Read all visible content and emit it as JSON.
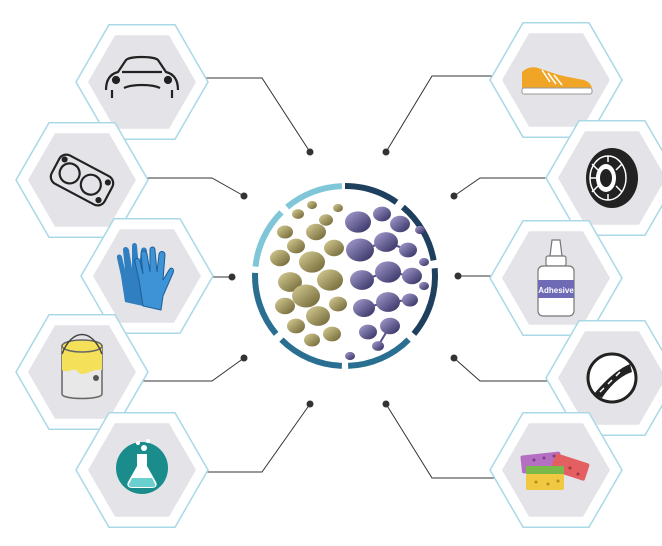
{
  "center": {
    "icon": "molecular-sphere-icon",
    "ring_colors": [
      "#7fc6d8",
      "#1f3f5e",
      "#2a6f91"
    ],
    "sphere_colors": {
      "left": "#b5a562",
      "right": "#5a4f8a"
    }
  },
  "left_items": [
    {
      "name": "automotive-item",
      "icon": "car-icon"
    },
    {
      "name": "gasket-item",
      "icon": "gasket-icon"
    },
    {
      "name": "gloves-item",
      "icon": "gloves-icon"
    },
    {
      "name": "paint-item",
      "icon": "paint-can-icon"
    },
    {
      "name": "chemicals-item",
      "icon": "flask-icon"
    }
  ],
  "right_items": [
    {
      "name": "footwear-item",
      "icon": "shoe-icon"
    },
    {
      "name": "tires-item",
      "icon": "tire-icon"
    },
    {
      "name": "adhesives-item",
      "icon": "adhesive-bottle-icon",
      "label": "Adhesive"
    },
    {
      "name": "roads-item",
      "icon": "road-icon"
    },
    {
      "name": "foam-item",
      "icon": "sponge-icon"
    }
  ],
  "colors": {
    "hex_fill": "#ffffff",
    "hex_inner": "#e4e4e8",
    "hex_outline": "#a9d8e6",
    "connector": "#333333",
    "glove": "#2f7fc1",
    "shoe": "#f0a526",
    "paint": "#f5e05a",
    "flask_bg": "#1a8c8c"
  }
}
